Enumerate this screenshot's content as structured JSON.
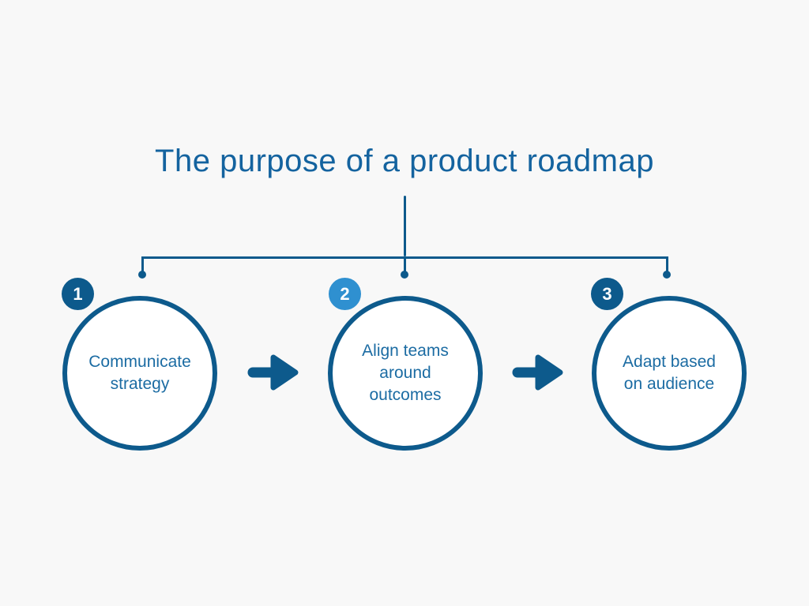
{
  "title": "The purpose of a product roadmap",
  "colors": {
    "background": "#f8f8f8",
    "primary": "#0d5a8c",
    "accent": "#2f90d0",
    "title_text": "#14639f",
    "circle_text": "#1c6ca3",
    "badge_text": "#ffffff"
  },
  "steps": [
    {
      "number": "1",
      "label": "Communicate strategy",
      "lines": [
        "Communicate",
        "strategy"
      ],
      "badge_color": "#0d5a8c"
    },
    {
      "number": "2",
      "label": "Align teams around outcomes",
      "lines": [
        "Align teams",
        "around",
        "outcomes"
      ],
      "badge_color": "#2f90d0"
    },
    {
      "number": "3",
      "label": "Adapt based on audience",
      "lines": [
        "Adapt based",
        "on audience"
      ],
      "badge_color": "#0d5a8c"
    }
  ],
  "icons": {
    "arrow_1": "arrow-right-icon",
    "arrow_2": "arrow-right-icon"
  }
}
